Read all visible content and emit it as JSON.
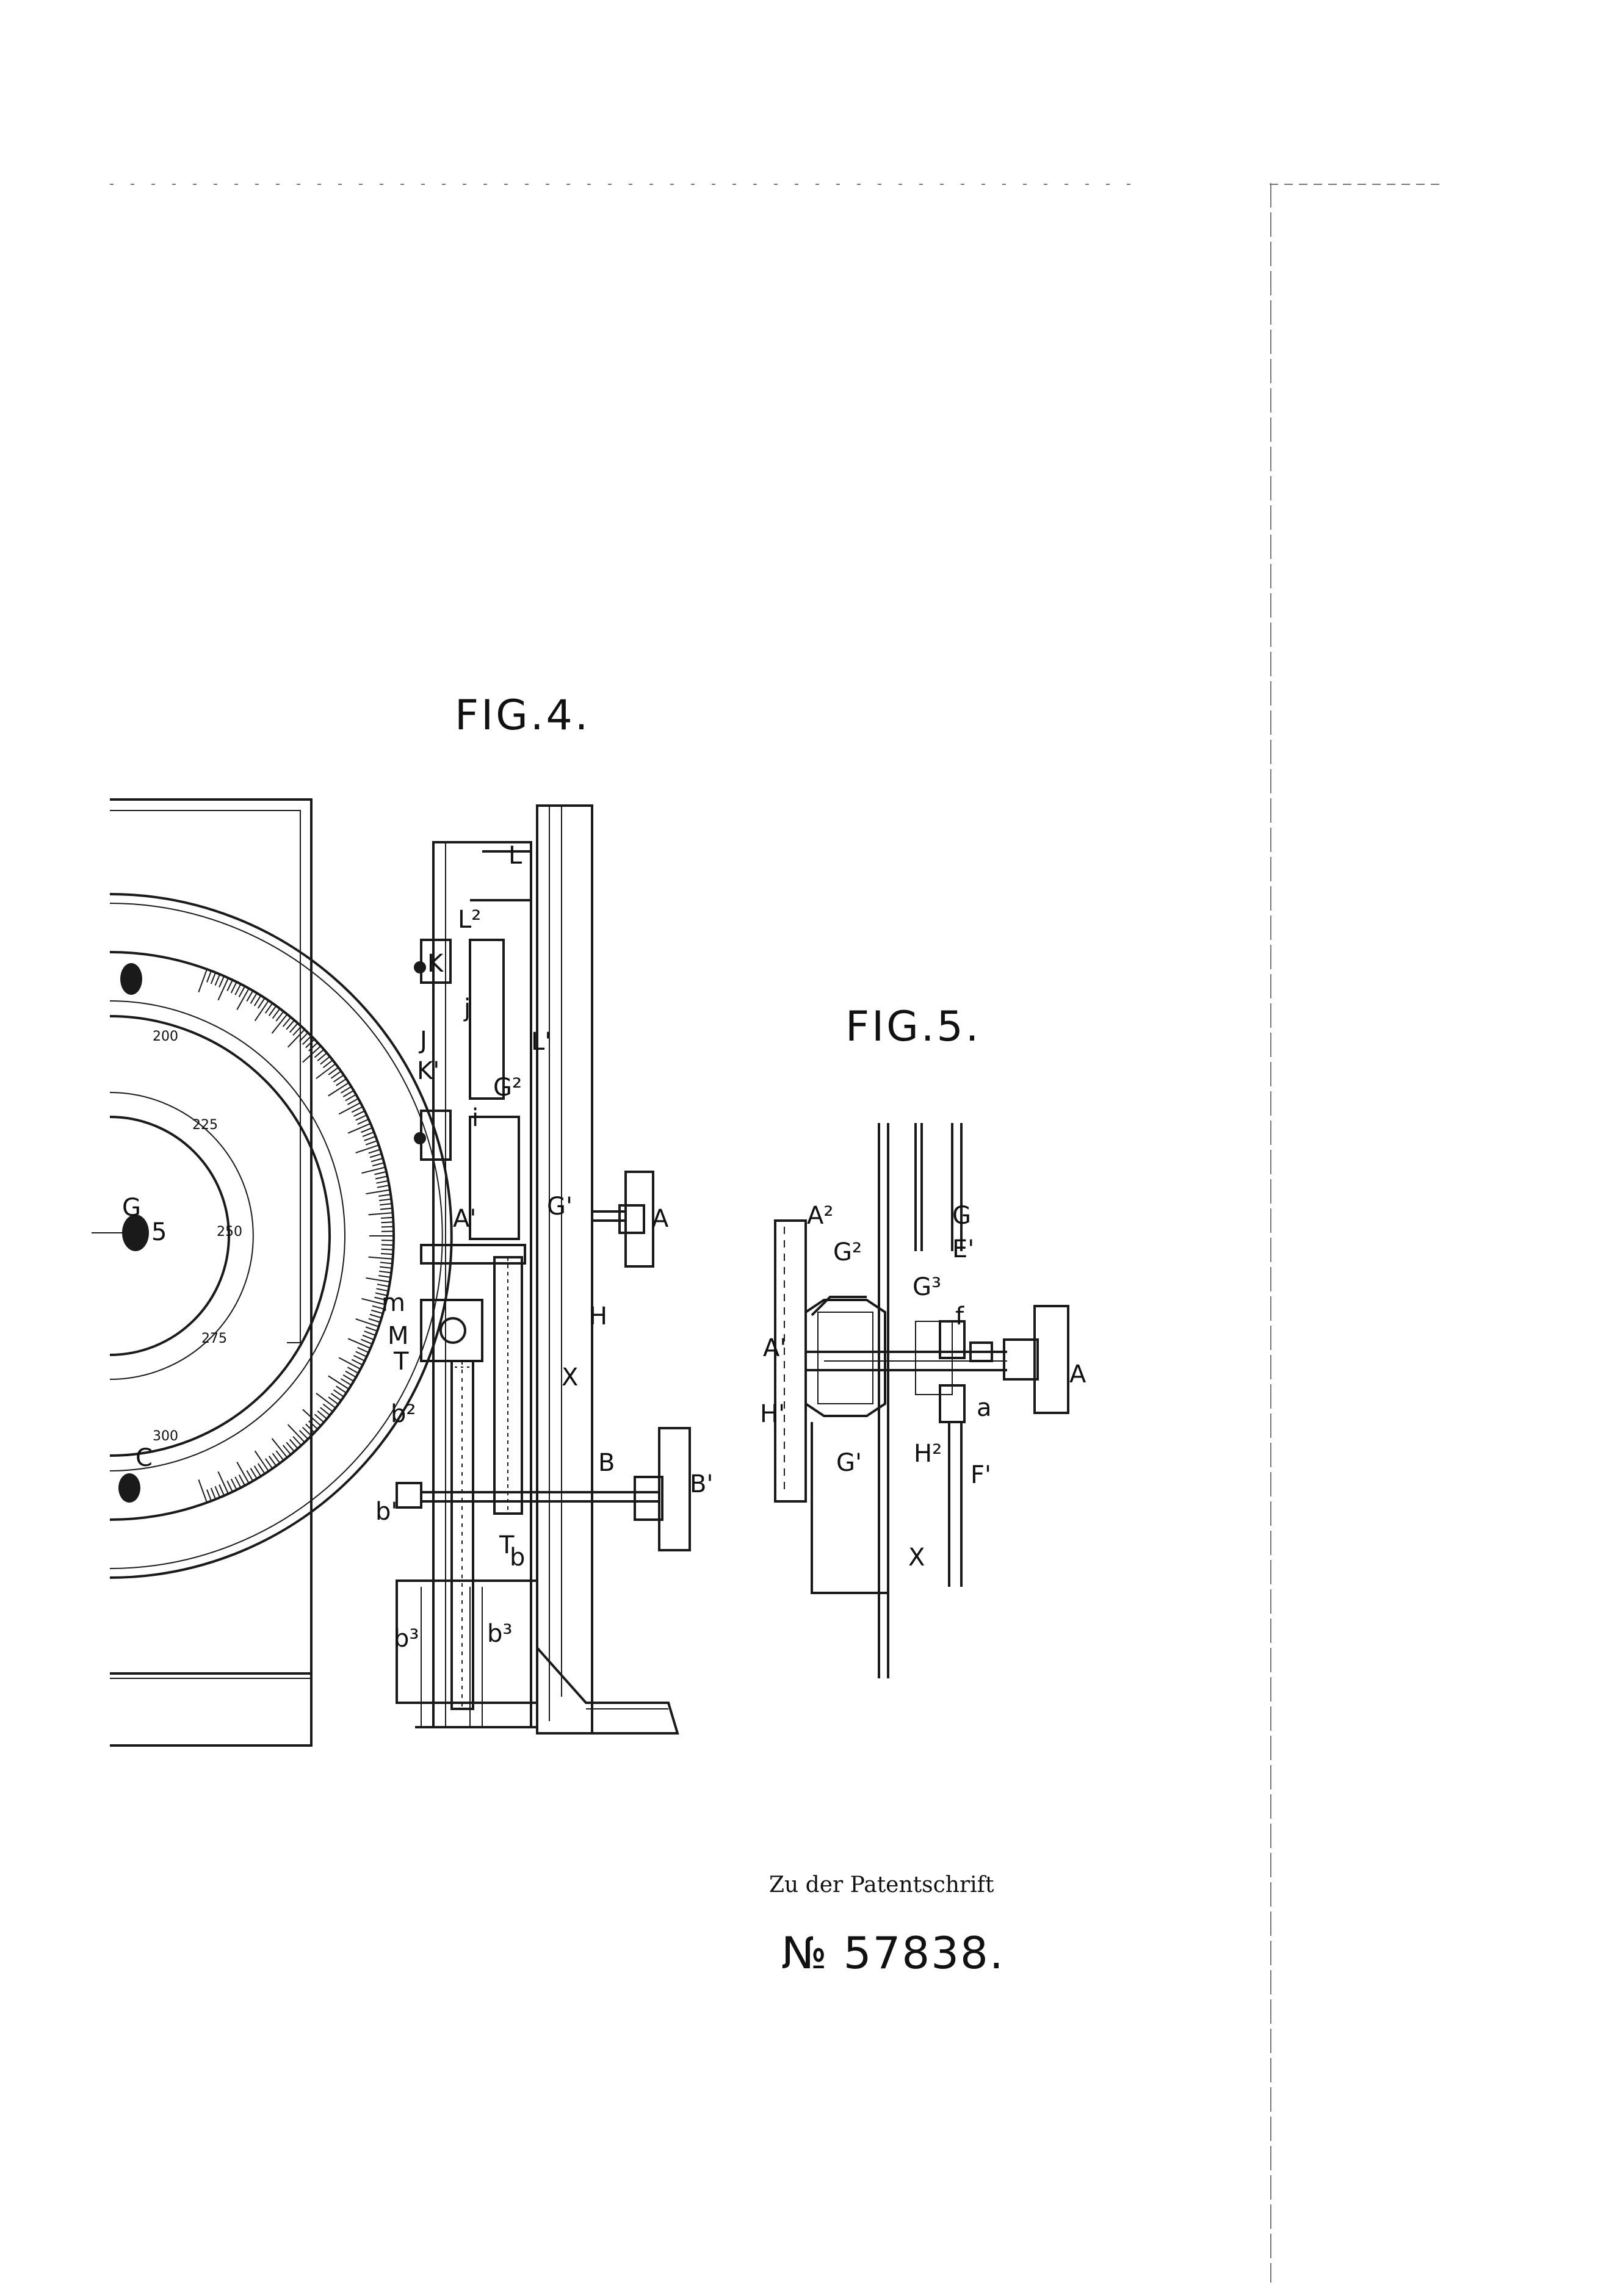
{
  "figures": {
    "fig4_title": "FIG.4.",
    "fig5_title": "FIG.5."
  },
  "scale_ticks": [
    "200",
    "225",
    "250",
    "275",
    "300"
  ],
  "fig4_labels": {
    "L": "L",
    "L2": "L²",
    "K": "K",
    "j": "j",
    "J": "J",
    "L1": "L'",
    "K1": "K'",
    "G2": "G²",
    "i": "i",
    "G1": "G'",
    "A1": "A'",
    "A": "A",
    "H": "H",
    "m": "m",
    "M": "M",
    "T_upper": "T",
    "b2": "b²",
    "X": "X",
    "B": "B",
    "B1": "B'",
    "b1": "b'",
    "b": "b",
    "T_lower": "T",
    "b3_left": "b³",
    "b3_right": "b³",
    "G_dial": "G",
    "C_dial": "C",
    "five": "5"
  },
  "fig5_labels": {
    "A2": "A²",
    "G": "G",
    "G2": "G²",
    "E1": "E'",
    "G3": "G³",
    "f": "f",
    "A1": "A'",
    "A": "A",
    "H1": "H'",
    "a": "a",
    "G1": "G'",
    "H2": "H²",
    "F1": "F'",
    "X": "X"
  },
  "caption": {
    "line1": "Zu der Patentschrift",
    "line2": "№ 57838."
  }
}
